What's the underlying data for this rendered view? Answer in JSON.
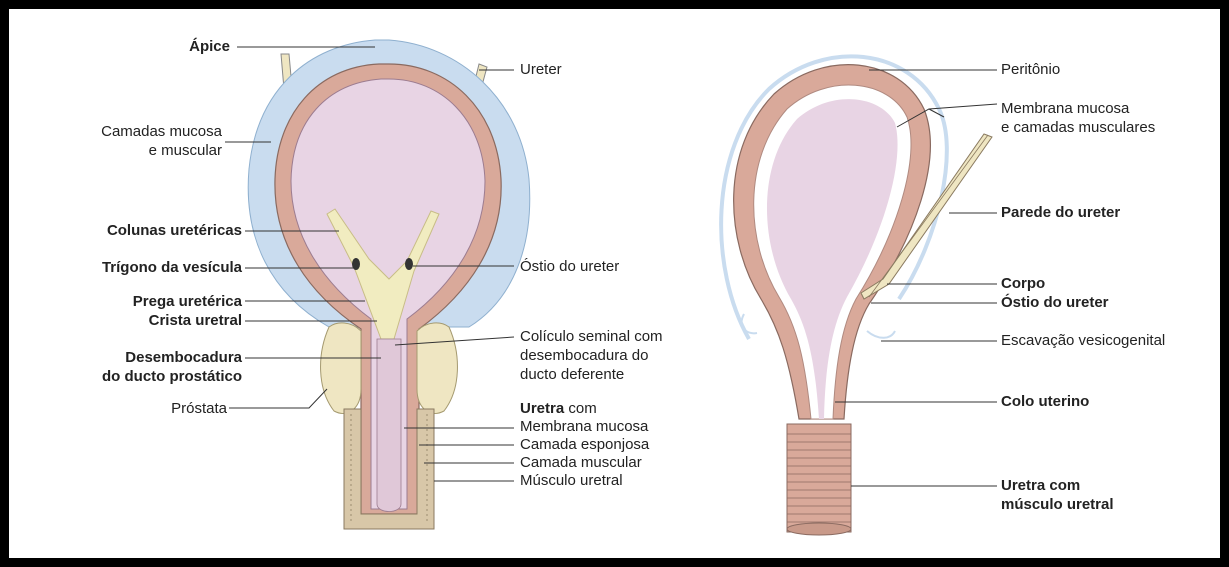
{
  "left_figure": {
    "labels_left": {
      "apice": "Ápice",
      "camadas_1": "Camadas mucosa",
      "camadas_2": "e muscular",
      "colunas": "Colunas uretéricas",
      "trigono": "Trígono da vesícula",
      "prega": "Prega uretérica",
      "crista": "Crista uretral",
      "desemb_1": "Desembocadura",
      "desemb_2": "do ducto prostático",
      "prostata": "Próstata"
    },
    "labels_right": {
      "ureter": "Ureter",
      "ostio": "Óstio do ureter",
      "coliculo_1": "Colículo seminal com",
      "coliculo_2": "desembocadura do",
      "coliculo_3": "ducto deferente",
      "uretra_bold": "Uretra",
      "uretra_rest": " com",
      "membrana": "Membrana mucosa",
      "esponjosa": "Camada esponjosa",
      "muscular": "Camada muscular",
      "musculo": "Músculo uretral"
    }
  },
  "right_figure": {
    "labels": {
      "peritonio": "Peritônio",
      "membrana_1": "Membrana mucosa",
      "membrana_2": "e camadas musculares",
      "parede": "Parede do ureter",
      "corpo": "Corpo",
      "ostio": "Óstio do ureter",
      "escavacao": "Escavação vesicogenital",
      "colo": "Colo uterino",
      "uretra_1": "Uretra com",
      "uretra_2": "músculo uretral"
    }
  },
  "colors": {
    "frame": "#000000",
    "peritoneum": "#c9dcef",
    "wall": "#d9a99a",
    "lumen": "#e8d4e4",
    "trigone": "#f1ecc0",
    "prostate": "#efe6c2"
  }
}
